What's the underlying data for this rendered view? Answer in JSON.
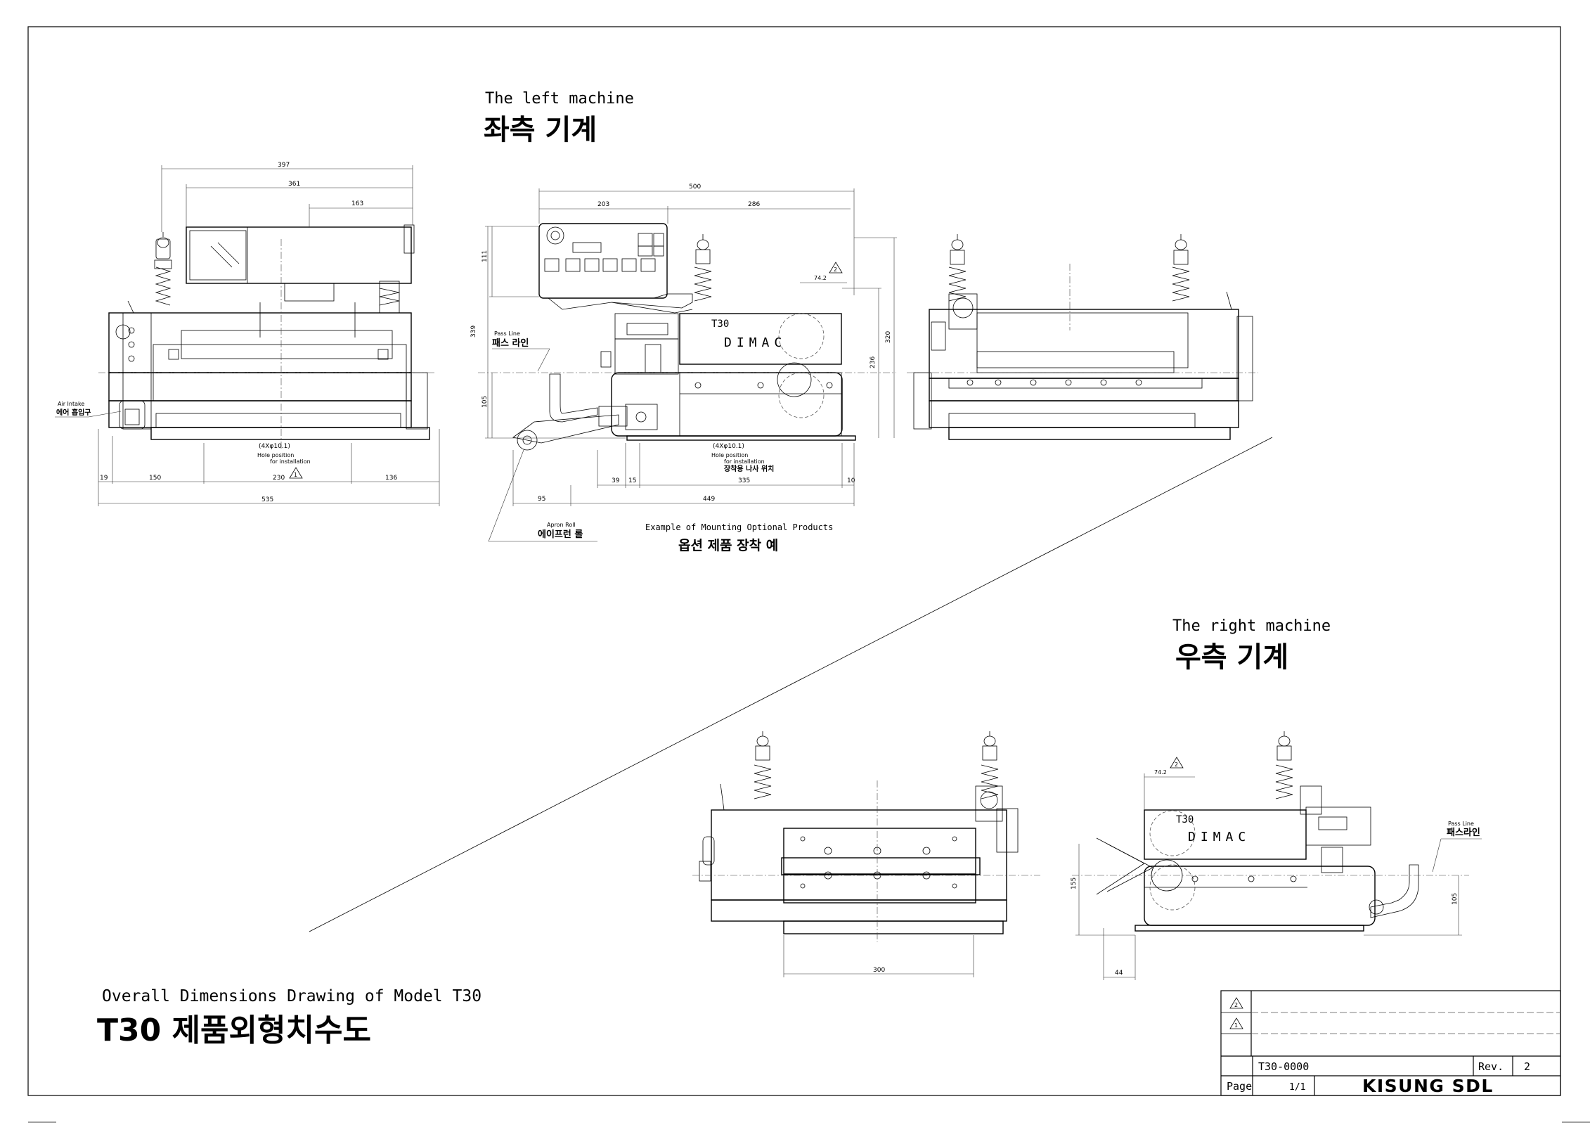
{
  "header_left": {
    "en": "The left machine",
    "ko": "좌측 기계"
  },
  "header_right": {
    "en": "The right machine",
    "ko": "우측 기계"
  },
  "drawing_title": {
    "en": "Overall Dimensions Drawing of Model T30",
    "ko": "T30 제품외형치수도"
  },
  "optional_example": {
    "en": "Example of Mounting Optional Products",
    "ko": "옵션 제품 장착 예"
  },
  "labels": {
    "air_intake_en": "Air Intake",
    "air_intake_ko": "에어 흡입구",
    "pass_line_en": "Pass Line",
    "pass_line_ko": "패스 라인",
    "pass_line_ko_right": "패스라인",
    "apron_roll_en": "Apron Roll",
    "apron_roll_ko": "에이프런 롤",
    "hole_spec": "(4Xφ10.1)",
    "hole_position": "Hole position",
    "for_installation": "for installation",
    "screw_position_ko": "장착용 나사 위치",
    "brand": "DIMAC",
    "model": "T30",
    "rev_marker_1": "1",
    "rev_marker_2": "2"
  },
  "dimensions": {
    "front_397": "397",
    "front_361": "361",
    "front_163": "163",
    "front_19": "19",
    "front_150": "150",
    "front_230": "230",
    "front_136": "136",
    "front_535": "535",
    "side_500": "500",
    "side_203": "203",
    "side_286": "286",
    "side_742": "74.2",
    "side_111": "111",
    "side_339": "339",
    "side_105": "105",
    "side_236": "236",
    "side_320": "320",
    "side_39": "39",
    "side_15": "15",
    "side_335": "335",
    "side_10": "10",
    "side_95": "95",
    "side_449": "449",
    "right_300": "300",
    "right_742": "74.2",
    "right_155": "155",
    "right_105": "105",
    "right_44": "44"
  },
  "title_block": {
    "drawing_no": "T30-0000",
    "rev_label": "Rev.",
    "rev_value": "2",
    "page_label": "Page",
    "page_value": "1/1",
    "company": "KISUNG SDL",
    "rev_row_1": "1",
    "rev_row_2": "2"
  }
}
